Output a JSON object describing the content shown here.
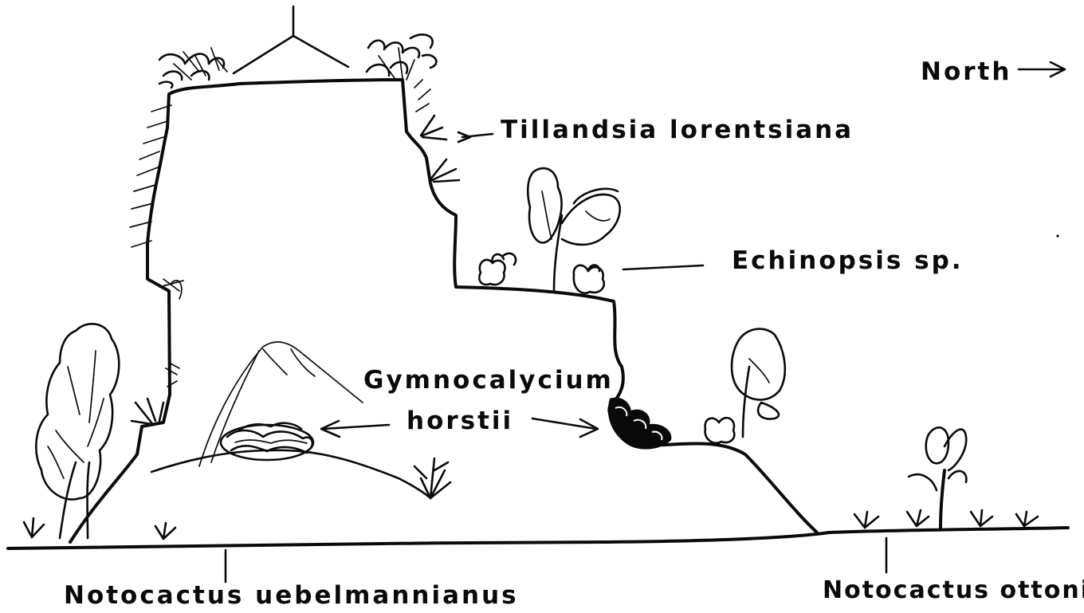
{
  "labels": {
    "north": "North",
    "tillandsia": "Tillandsia lorentsiana",
    "echinopsis": "Echinopsis sp.",
    "gymno_line1": "Gymnocalycium",
    "gymno_line2": "horstii",
    "uebelmannianus": "Notocactus uebelmannianus",
    "ottoni": "Notocactus ottoni"
  },
  "colors": {
    "ink": "#0a0a0a",
    "paper": "#ffffff"
  }
}
